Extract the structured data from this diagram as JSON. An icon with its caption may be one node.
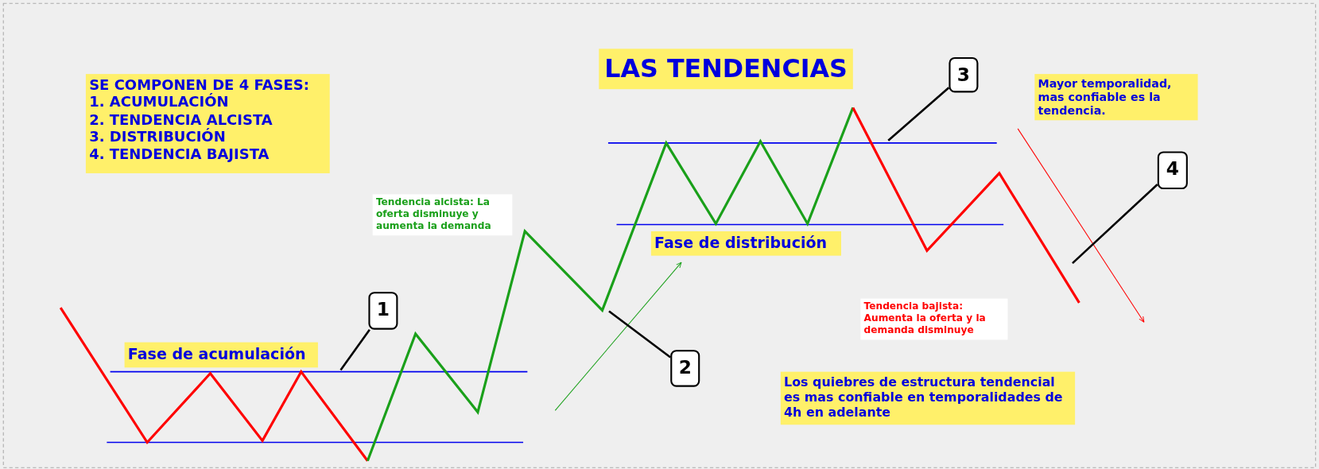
{
  "diagram": {
    "title": "LAS TENDENCIAS",
    "nodes": [
      {
        "text": [
          "SE COMPONEN DE 4 FASES:",
          "1. ACUMULACIÓN",
          "2. TENDENCIA ALCISTA",
          "3. DISTRIBUCIÓN",
          "4. TENDENCIA BAJISTA"
        ]
      },
      {
        "text": [
          "Mayor temporalidad, mas confiable es la tendencia."
        ]
      },
      {
        "text": [
          "3"
        ]
      },
      {
        "text": [
          "4"
        ]
      },
      {
        "text": [
          "Tendencia alcista: La oferta disminuye y aumenta la demanda"
        ]
      },
      {
        "text": [
          "Fase de distribución"
        ]
      },
      {
        "text": [
          "1"
        ]
      },
      {
        "text": [
          "Tendencia bajista: Aumenta la oferta y la demanda disminuye"
        ]
      },
      {
        "text": [
          "Fase de acumulación"
        ]
      },
      {
        "text": [
          "2"
        ]
      },
      {
        "text": [
          "Los quiebres de estructura tendencial es mas confiable en temporalidades de 4h en adelante"
        ]
      }
    ],
    "edges": [
      {
        "from": 2,
        "to": null,
        "arrow": "none"
      },
      {
        "from": 3,
        "to": null,
        "arrow": "none"
      },
      {
        "from": 6,
        "to": null,
        "arrow": "none"
      },
      {
        "from": 9,
        "to": null,
        "arrow": "none"
      }
    ]
  }
}
